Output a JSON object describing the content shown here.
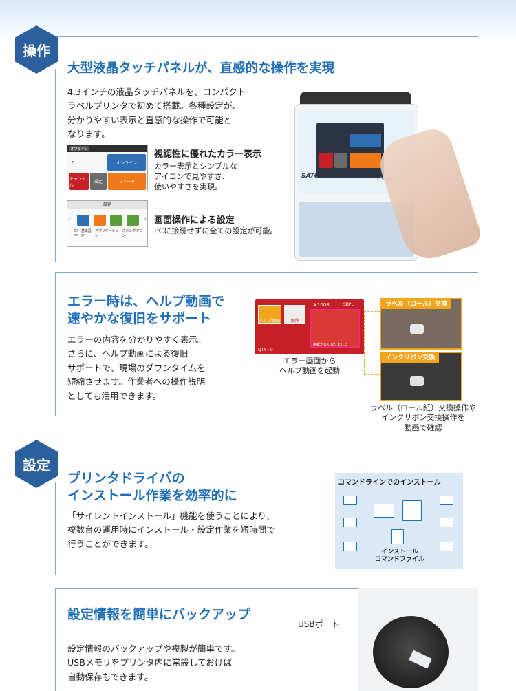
{
  "sections": {
    "sousa": {
      "badge": "操作",
      "title": "大型液晶タッチパネルが、直感的な操作を実現",
      "intro": [
        "4.3インチの液晶タッチパネルを、コンパクト",
        "ラベルプリンタで初めて搭載。各種設定が、",
        "分かりやすい表示と直感的な操作で可能と",
        "なります。"
      ],
      "feature1": {
        "title": "視認性に優れたカラー表示",
        "desc": [
          "カラー表示とシンプルな",
          "アイコンで見やすさ、",
          "使いやすさを実現。"
        ]
      },
      "feature2": {
        "title": "画面操作による設定",
        "desc": "PCに接続せずに全ての設定が可能。"
      },
      "thumb1": {
        "top_left": "オフライン",
        "online": "オンライン",
        "cancel": "キャンセル",
        "settings": "設定",
        "feed": "フィード",
        "zero": "0"
      },
      "thumb2": {
        "title": "設定",
        "icons": [
          "印字",
          "基本設定",
          "アプリケーション",
          "スタンダアロン"
        ]
      },
      "printer": {
        "brand": "SATO",
        "model": "L'esprit"
      }
    },
    "error": {
      "title": [
        "エラー時は、ヘルプ動画で",
        "速やかな復旧をサポート"
      ],
      "body": [
        "エラーの内容を分かりやすく表示。",
        "さらに、ヘルプ動画による復旧",
        "サポートで、現場のダウンタイムを",
        "短縮させます。作業者への操作説明",
        "としても活用できます。"
      ],
      "screen": {
        "help_label": "ヘルプ動画",
        "cancel_label": "解除",
        "code": "#1008",
        "subcode": "SBPL",
        "msg": "用紙がなくなりました",
        "qty": "QTY : 0"
      },
      "screen_caption": [
        "エラー画面から",
        "ヘルプ動画を起動"
      ],
      "video1_label": "ラベル（ロール）交換",
      "video2_label": "インクリボン交換",
      "video_caption": [
        "ラベル（ロール紙）交換操作や",
        "インクリボン交換操作を",
        "動画で確認"
      ]
    },
    "settei": {
      "badge": "設定",
      "title": [
        "プリンタドライバの",
        "インストール作業を効率的に"
      ],
      "body": [
        "「サイレントインストール」機能を使うことにより、",
        "複数台の運用時にインストール・設定作業を短時間で",
        "行うことができます。"
      ],
      "diagram": {
        "title": "コマンドラインでのインストール",
        "footer": [
          "インストール",
          "コマンドファイル"
        ]
      }
    },
    "backup": {
      "title": "設定情報を簡単にバックアップ",
      "body": [
        "設定情報のバックアップや複製が簡単です。",
        "USBメモリをプリンタ内に常設しておけば",
        "自動保存もできます。"
      ],
      "usb_label": "USBポート"
    }
  },
  "colors": {
    "accent_blue": "#1f6fb8",
    "badge_blue": "#2c5f9e",
    "error_red": "#c52026",
    "highlight_orange": "#f2a51c"
  }
}
